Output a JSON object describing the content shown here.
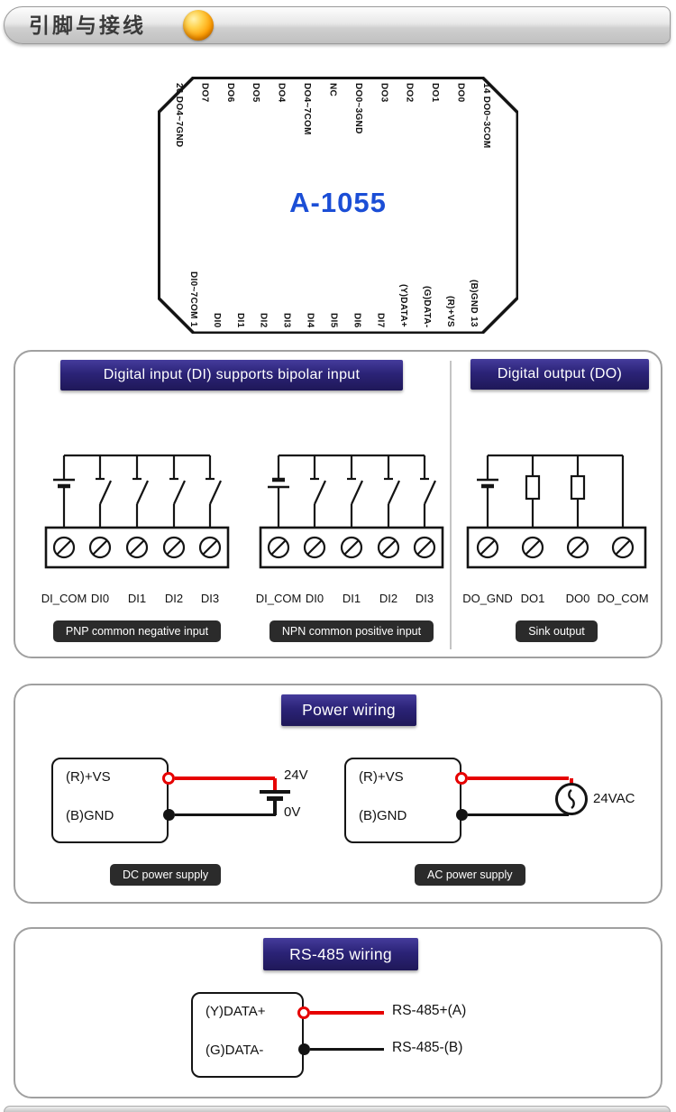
{
  "header": {
    "title": "引脚与接线"
  },
  "chip": {
    "model": "A-1055",
    "top_pins": [
      "26 DO4~7GND",
      "DO7",
      "DO6",
      "DO5",
      "DO4",
      "DO4~7COM",
      "NC",
      "DO0~3GND",
      "DO3",
      "DO2",
      "DO1",
      "DO0",
      "14 DO0~3COM"
    ],
    "bottom_pins": [
      "DI0~7COM 1",
      "DI0",
      "DI1",
      "DI2",
      "DI3",
      "DI4",
      "DI5",
      "DI6",
      "DI7",
      "(Y)DATA+",
      "(G)DATA-",
      "(R)+VS",
      "(B)GND 13"
    ]
  },
  "di_do": {
    "di_title": "Digital input (DI) supports bipolar input",
    "do_title": "Digital output (DO)",
    "pnp": {
      "terminals": [
        "DI_COM",
        "DI0",
        "DI1",
        "DI2",
        "DI3"
      ],
      "badge": "PNP common negative input"
    },
    "npn": {
      "terminals": [
        "DI_COM",
        "DI0",
        "DI1",
        "DI2",
        "DI3"
      ],
      "badge": "NPN common positive input"
    },
    "dout": {
      "terminals": [
        "DO_GND",
        "DO1",
        "DO0",
        "DO_COM"
      ],
      "badge": "Sink output"
    }
  },
  "power": {
    "title": "Power wiring",
    "dc": {
      "terminal_top": "(R)+VS",
      "terminal_bottom": "(B)GND",
      "positive": "24V",
      "negative": "0V",
      "badge": "DC power supply"
    },
    "ac": {
      "terminal_top": "(R)+VS",
      "terminal_bottom": "(B)GND",
      "source": "24VAC",
      "badge": "AC power supply"
    }
  },
  "rs485": {
    "title": "RS-485 wiring",
    "terminal_top": "(Y)DATA+",
    "terminal_bottom": "(G)DATA-",
    "wire_a": "RS-485+(A)",
    "wire_b": "RS-485-(B)"
  },
  "colors": {
    "banner": "#2b2377",
    "badge": "#2b2b2b",
    "model_blue": "#1b4ed6",
    "wire_red": "#e60000",
    "wire_black": "#141414"
  }
}
